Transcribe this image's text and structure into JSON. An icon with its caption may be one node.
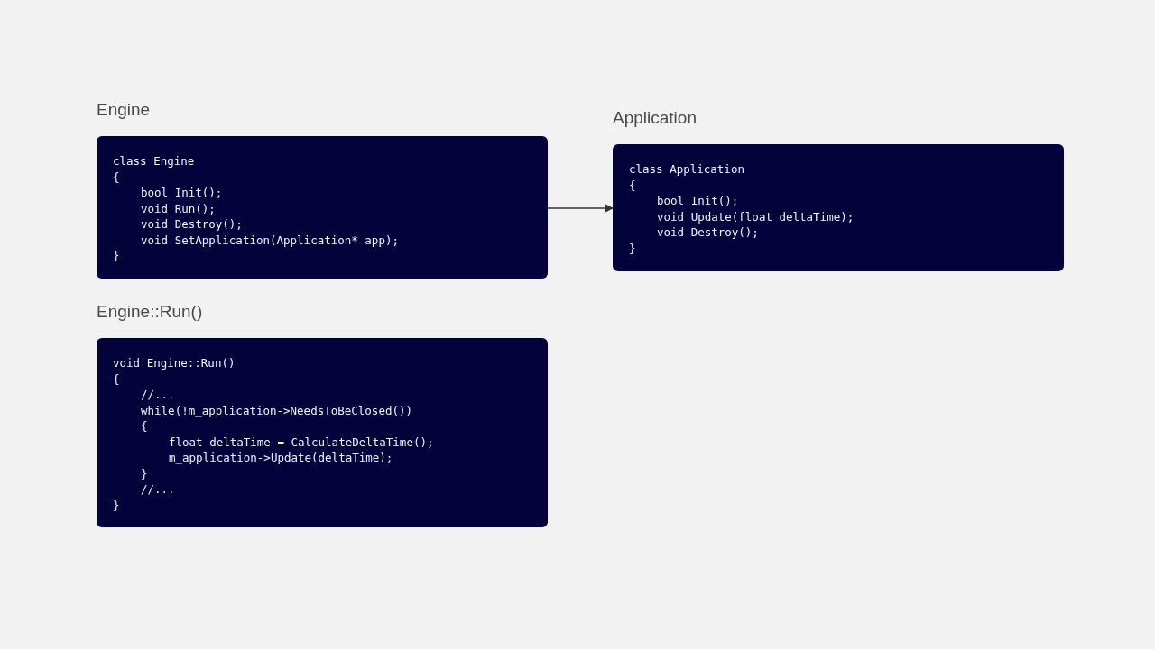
{
  "diagram": {
    "nodes": [
      {
        "text": [
          "Engine",
          "class Engine",
          "{",
          "bool Init();",
          "void Run();",
          "void Destroy();",
          "void SetApplication(Application* app);",
          "}"
        ]
      },
      {
        "text": [
          "Application",
          "class Application",
          "{",
          "bool Init();",
          "void Update(float deltaTime);",
          "void Destroy();",
          "}"
        ]
      },
      {
        "text": [
          "Engine::Run()",
          "void Engine::Run()",
          "{",
          "//...",
          "while(!m_application->NeedsToBeClosed())",
          "{",
          "float deltaTime = CalculateDeltaTime();",
          "m_application->Update(deltaTime);",
          "}",
          "//...",
          "}"
        ]
      }
    ],
    "edges": [
      {
        "from": 0,
        "to": 1,
        "arrow": "to"
      }
    ]
  }
}
